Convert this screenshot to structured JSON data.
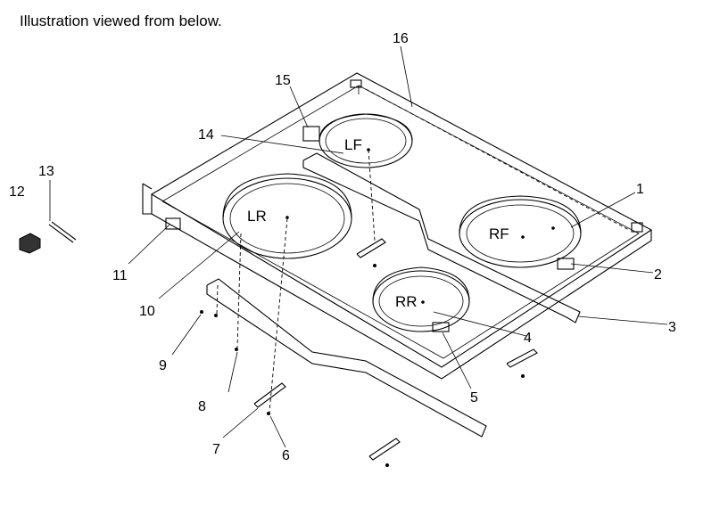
{
  "caption": "Illustration viewed from below.",
  "burners": {
    "left_front": "LF",
    "left_rear": "LR",
    "right_front": "RF",
    "right_rear": "RR"
  },
  "callouts": [
    "1",
    "2",
    "3",
    "4",
    "5",
    "6",
    "7",
    "8",
    "9",
    "10",
    "11",
    "12",
    "13",
    "14",
    "15",
    "16"
  ]
}
